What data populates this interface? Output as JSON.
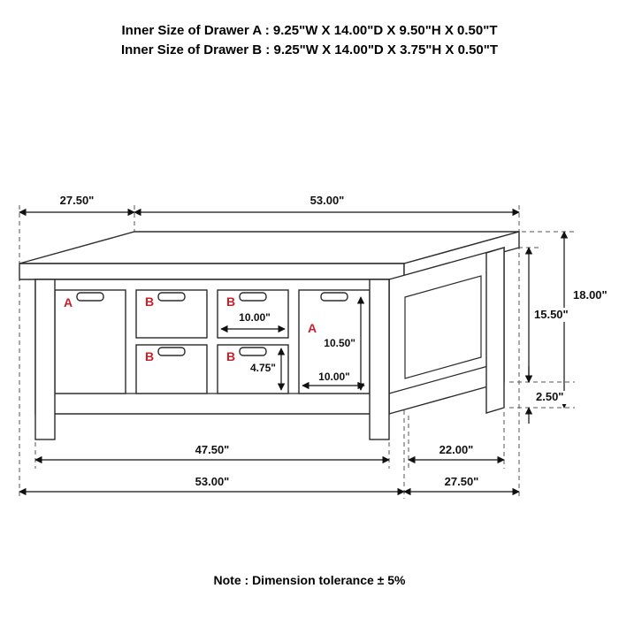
{
  "title": {
    "drawer_a": "Inner Size of Drawer A : 9.25\"W X 14.00\"D X 9.50\"H X 0.50\"T",
    "drawer_b": "Inner Size of Drawer B : 9.25\"W X 14.00\"D X 3.75\"H X 0.50\"T"
  },
  "footer": {
    "note": "Note : Dimension tolerance ± 5%"
  },
  "colors": {
    "line": "#2b2b2b",
    "dashed": "#555555",
    "drawer_label": "#c8202a",
    "dim_text": "#111111"
  },
  "dimensions": {
    "top_depth": "27.50\"",
    "top_width": "53.00\"",
    "overall_height": "18.00\"",
    "body_height": "15.50\"",
    "base_rail_height": "2.50\"",
    "drawer_b_inner_width": "10.00\"",
    "drawer_b_inner_height": "4.75\"",
    "drawer_a_inner_height": "10.50\"",
    "drawer_a_inner_width": "10.00\"",
    "leg_span_width": "47.50\"",
    "leg_span_depth": "22.00\"",
    "bottom_width": "53.00\"",
    "bottom_depth": "27.50\""
  },
  "drawer_labels": {
    "left_a": "A",
    "col2_top": "B",
    "col2_bottom": "B",
    "col3_top": "B",
    "col3_bottom": "B",
    "right_a": "A"
  }
}
